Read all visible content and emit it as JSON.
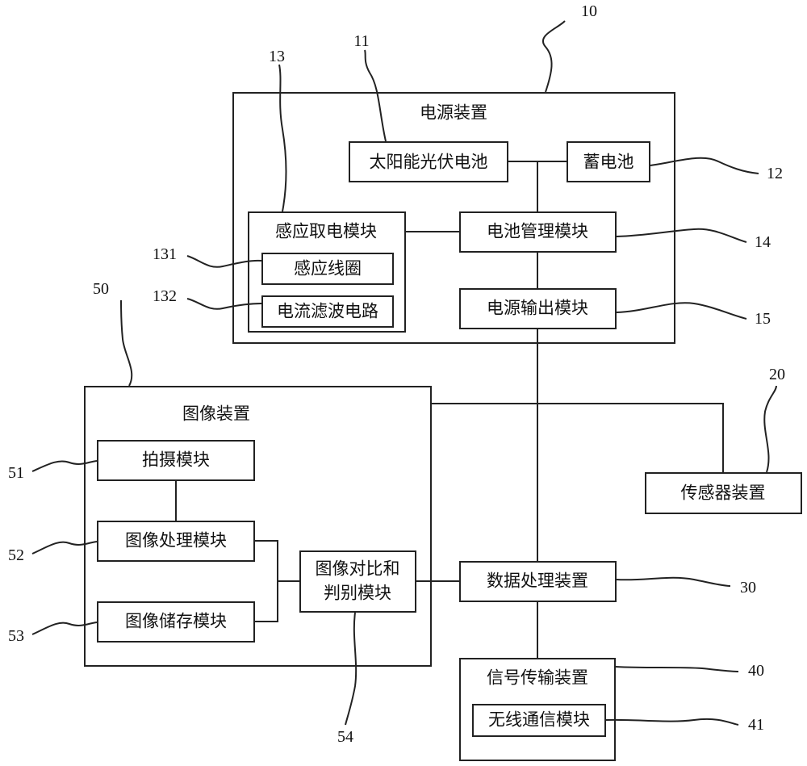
{
  "power_device": {
    "title": "电源装置",
    "ref": "10",
    "solar": {
      "label": "太阳能光伏电池",
      "ref": "11"
    },
    "battery": {
      "label": "蓄电池",
      "ref": "12"
    },
    "induction": {
      "label": "感应取电模块",
      "ref": "13",
      "coil": {
        "label": "感应线圈",
        "ref": "131"
      },
      "filter": {
        "label": "电流滤波电路",
        "ref": "132"
      }
    },
    "bms": {
      "label": "电池管理模块",
      "ref": "14"
    },
    "output": {
      "label": "电源输出模块",
      "ref": "15"
    }
  },
  "sensor": {
    "label": "传感器装置",
    "ref": "20"
  },
  "data_proc": {
    "label": "数据处理装置",
    "ref": "30"
  },
  "signal": {
    "label": "信号传输装置",
    "ref": "40",
    "wireless": {
      "label": "无线通信模块",
      "ref": "41"
    }
  },
  "image_device": {
    "title": "图像装置",
    "ref": "50",
    "capture": {
      "label": "拍摄模块",
      "ref": "51"
    },
    "processing": {
      "label": "图像处理模块",
      "ref": "52"
    },
    "storage": {
      "label": "图像储存模块",
      "ref": "53"
    },
    "compare": {
      "line1": "图像对比和",
      "line2": "判别模块",
      "ref": "54"
    }
  }
}
